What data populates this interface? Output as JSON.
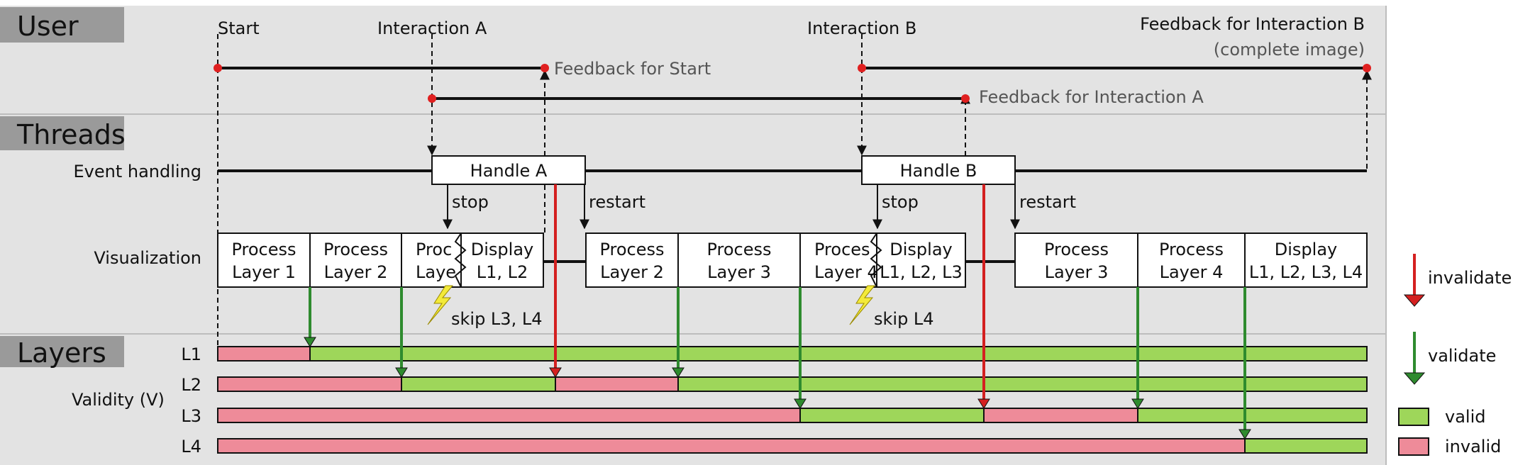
{
  "sections": {
    "user": "User",
    "threads": "Threads",
    "layers": "Layers"
  },
  "user": {
    "start": "Start",
    "interaction_a": "Interaction A",
    "interaction_b": "Interaction B",
    "feedback_b_line1": "Feedback for Interaction B",
    "feedback_b_line2": "(complete image)",
    "feedback_start": "Feedback for Start",
    "feedback_a": "Feedback for Interaction A"
  },
  "threads": {
    "event_handling": "Event handling",
    "visualization": "Visualization",
    "handle_a": "Handle A",
    "handle_b": "Handle B",
    "stop": "stop",
    "restart": "restart",
    "skip_a": "skip L3, L4",
    "skip_b": "skip L4",
    "boxes": [
      {
        "line1": "Process",
        "line2": "Layer 1"
      },
      {
        "line1": "Process",
        "line2": "Layer 2"
      },
      {
        "line1": "Proc",
        "line2": "Laye"
      },
      {
        "line1": "Display",
        "line2": "L1, L2"
      },
      {
        "line1": "Process",
        "line2": "Layer 2"
      },
      {
        "line1": "Process",
        "line2": "Layer 3"
      },
      {
        "line1": "Proces",
        "line2": "Layer 4"
      },
      {
        "line1": "Display",
        "line2": "L1, L2, L3"
      },
      {
        "line1": "Process",
        "line2": "Layer 3"
      },
      {
        "line1": "Process",
        "line2": "Layer 4"
      },
      {
        "line1": "Display",
        "line2": "L1, L2, L3, L4"
      }
    ]
  },
  "layers": {
    "validity": "Validity (V)",
    "rows": [
      "L1",
      "L2",
      "L3",
      "L4"
    ]
  },
  "legend": {
    "invalidate": "invalidate",
    "validate": "validate",
    "valid": "valid",
    "invalid": "invalid"
  },
  "colors": {
    "valid": "#9ed65a",
    "invalid": "#ee8b99",
    "invalidate_arrow": "#d42020",
    "validate_arrow": "#2e8b2e",
    "section_bg": "#e3e3e3",
    "header_bg": "#9a9a9a",
    "dot": "#e02020",
    "lightning": "#f3ea3a"
  }
}
